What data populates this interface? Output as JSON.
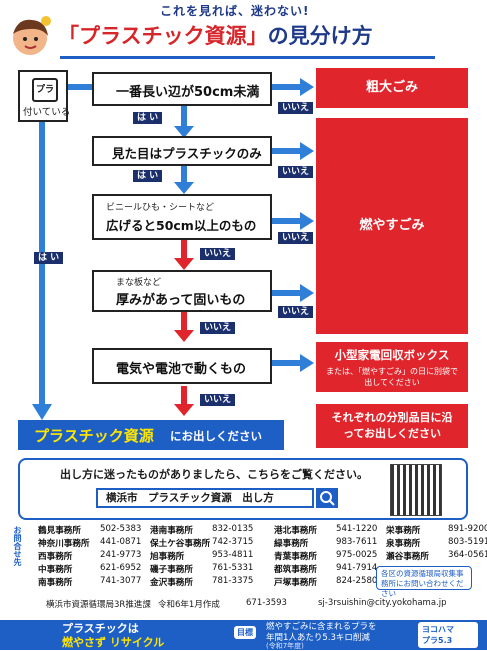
{
  "header": {
    "tagline": "これを見れば、迷わない!",
    "title_quote": "「プラスチック資源」",
    "title_rest": "の見分け方"
  },
  "flow": {
    "start_label": "付いている",
    "steps": [
      {
        "small": "",
        "main": "一番長い辺が50cm未満"
      },
      {
        "small": "",
        "main": "見た目はプラスチックのみ"
      },
      {
        "small": "ビニールひも・シートなど",
        "main": "広げると50cm以上のもの"
      },
      {
        "small": "まな板など",
        "main": "厚みがあって固いもの"
      },
      {
        "small": "",
        "main": "電気や電池で動くもの"
      }
    ],
    "yes": "は い",
    "no": "いいえ",
    "result_bulky": "粗大ごみ",
    "result_burnable": "燃やすごみ",
    "result_small_appliance_title": "小型家電回収ボックス",
    "result_small_appliance_sub": "または、「燃やすごみ」の日に別袋で出してください",
    "result_plastic": "プラスチック資源",
    "result_plastic_rest": "にお出しください",
    "result_other": "それぞれの分別品目に沿ってお出しください"
  },
  "search": {
    "prompt": "出し方に迷ったものがありましたら、こちらをご覧ください。",
    "query": "横浜市　プラスチック資源　出し方"
  },
  "contacts": {
    "side_label": "お問合せ先",
    "offices": [
      {
        "name": "鶴見事務所",
        "tel": "502-5383"
      },
      {
        "name": "神奈川事務所",
        "tel": "441-0871"
      },
      {
        "name": "西事務所",
        "tel": "241-9773"
      },
      {
        "name": "中事務所",
        "tel": "621-6952"
      },
      {
        "name": "南事務所",
        "tel": "741-3077"
      },
      {
        "name": "港南事務所",
        "tel": "832-0135"
      },
      {
        "name": "保土ケ谷事務所",
        "tel": "742-3715"
      },
      {
        "name": "旭事務所",
        "tel": "953-4811"
      },
      {
        "name": "磯子事務所",
        "tel": "761-5331"
      },
      {
        "name": "金沢事務所",
        "tel": "781-3375"
      },
      {
        "name": "港北事務所",
        "tel": "541-1220"
      },
      {
        "name": "緑事務所",
        "tel": "983-7611"
      },
      {
        "name": "青葉事務所",
        "tel": "975-0025"
      },
      {
        "name": "都筑事務所",
        "tel": "941-7914"
      },
      {
        "name": "戸塚事務所",
        "tel": "824-2580"
      },
      {
        "name": "栄事務所",
        "tel": "891-9200"
      },
      {
        "name": "泉事務所",
        "tel": "803-5191"
      },
      {
        "name": "瀬谷事務所",
        "tel": "364-0561"
      }
    ],
    "note": "各区の資源循環局収集事務所にお問い合わせください"
  },
  "footer": {
    "issuer": "横浜市資源循環局3R推進課",
    "date": "令和6年1月作成",
    "tel": "671-3593",
    "email": "sj-3rsuishin@city.yokohama.jp",
    "banner_left_1": "プラスチックは",
    "banner_left_2": "燃やさず リサイクル",
    "goal_label": "目標",
    "goal_line1": "燃やすごみに含まれるプラを",
    "goal_line2": "年間1人あたり5.3キロ削減",
    "goal_line3": "(令和7年度)",
    "logo_text": "ヨコハマ\nプラ5.3"
  },
  "colors": {
    "navy": "#1f3a8a",
    "red": "#e0262c",
    "blue": "#1e5fc6"
  }
}
